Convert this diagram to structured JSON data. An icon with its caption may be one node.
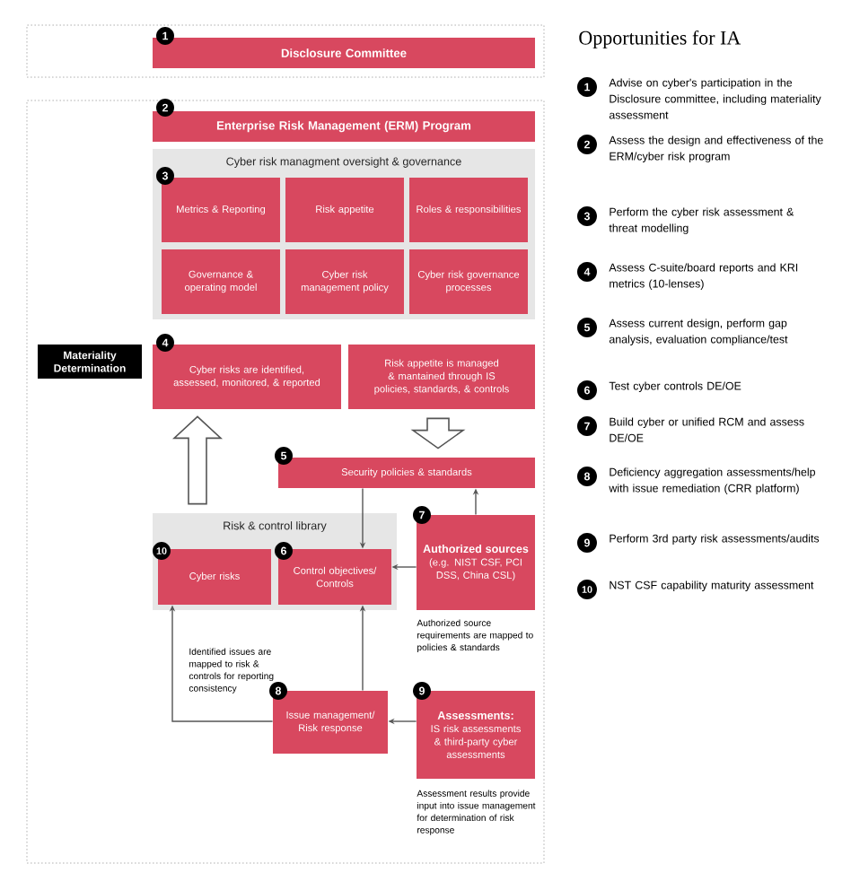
{
  "diagram": {
    "title": "Opportunities for IA",
    "nodes": [
      {
        "text": [],
        "shape": "box"
      },
      {
        "text": [
          "Disclosure Committee"
        ],
        "in": 0
      },
      {
        "text": [],
        "shape": "box"
      },
      {
        "text": [
          "Enterprise Risk Management (ERM) Program"
        ],
        "in": 2
      },
      {
        "text": [
          "Cyber risk managment oversight & governance"
        ],
        "in": 2
      },
      {
        "text": [
          "Metrics & Reporting"
        ],
        "in": 4
      },
      {
        "text": [
          "Risk appetite"
        ],
        "in": 4
      },
      {
        "text": [
          "Roles & responsibilities"
        ],
        "in": 4
      },
      {
        "text": [
          "Governance & operating model"
        ],
        "in": 4
      },
      {
        "text": [
          "Cyber risk management policy"
        ],
        "in": 4
      },
      {
        "text": [
          "Cyber risk governance processes"
        ],
        "in": 4
      },
      {
        "text": [
          "Materiality Determination"
        ],
        "in": 2
      },
      {
        "text": [
          "Cyber risks are identified, assessed, monitored, & reported"
        ],
        "in": 2
      },
      {
        "text": [
          "Risk appetite is managed & mantained through IS policies, standards, & controls"
        ],
        "in": 2
      },
      {
        "text": [
          "Security policies & standards"
        ],
        "in": 2
      },
      {
        "text": [
          "Risk & control library"
        ],
        "in": 2
      },
      {
        "text": [
          "Cyber risks"
        ],
        "in": 15
      },
      {
        "text": [
          "Control objectives/ Controls"
        ],
        "in": 15
      },
      {
        "text": [
          "Authorized sources",
          "(e.g. NIST CSF, PCI DSS, China CSL)"
        ],
        "beside": [
          "Authorized source requirements are mapped to policies & standards"
        ],
        "in": 2
      },
      {
        "text": [
          "Issue management/ Risk response"
        ],
        "in": 2
      },
      {
        "text": [
          "Assessments:",
          "IS risk assessments & third-party cyber assessments"
        ],
        "beside": [
          "Assessment results provide input into issue management for determination of risk response"
        ],
        "in": 2
      }
    ],
    "edges": [
      {
        "from": 15,
        "to": 12,
        "arrow": "to",
        "style": "thick"
      },
      {
        "from": 13,
        "to": 14,
        "arrow": "to",
        "style": "thick"
      },
      {
        "from": 14,
        "to": 17,
        "arrow": "to"
      },
      {
        "from": 18,
        "to": 14,
        "arrow": "to"
      },
      {
        "from": 18,
        "to": 17,
        "arrow": "to"
      },
      {
        "from": 19,
        "to": 17,
        "arrow": "to"
      },
      {
        "from": 20,
        "to": 19,
        "arrow": "to"
      },
      {
        "from": 19,
        "to": 16,
        "arrow": "to",
        "label": "Identified issues are mapped to risk & controls for reporting consistency"
      }
    ],
    "labels": [
      "1",
      "2",
      "3",
      "4",
      "5",
      "7",
      "10",
      "6",
      "8",
      "9",
      "1",
      "Advise on cyber's participation in the Disclosure committee, including materiality assessment",
      "2",
      "Assess the design and effectiveness of the ERM/cyber risk program",
      "3",
      "Perform the cyber risk assessment & threat modelling",
      "4",
      "Assess C-suite/board reports and KRI metrics (10-lenses)",
      "5",
      "Assess current design, perform gap analysis, evaluation compliance/test",
      "6",
      "Test cyber controls DE/OE",
      "7",
      "Build cyber or unified RCM and assess DE/OE",
      "8",
      "Deficiency aggregation assessments/help with issue remediation (CRR platform)",
      "9",
      "Perform 3rd party risk assessments/audits",
      "10",
      "NST CSF capability maturity assessment"
    ]
  }
}
